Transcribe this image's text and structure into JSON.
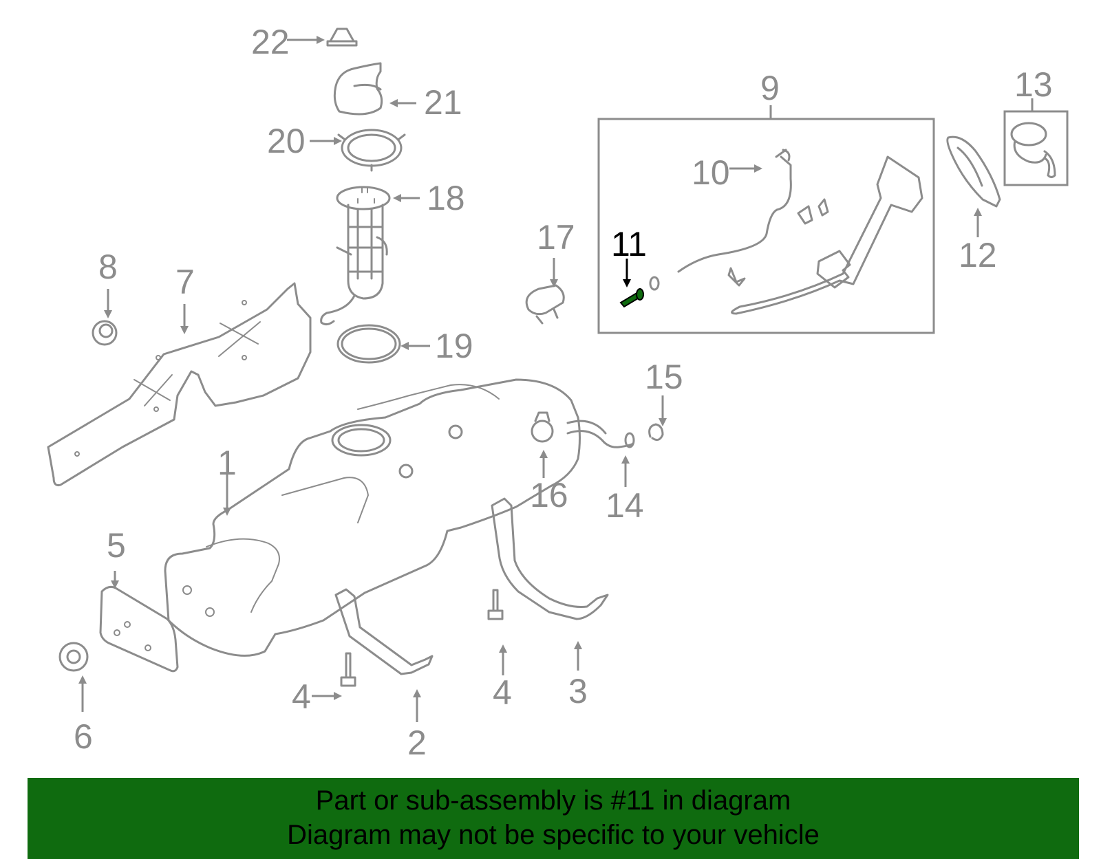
{
  "highlight_color": "#0f6b0f",
  "highlight_part": "11",
  "callouts": {
    "c1": "1",
    "c2": "2",
    "c3": "3",
    "c4a": "4",
    "c4b": "4",
    "c5": "5",
    "c6": "6",
    "c7": "7",
    "c8": "8",
    "c9": "9",
    "c10": "10",
    "c11": "11",
    "c12": "12",
    "c13": "13",
    "c14": "14",
    "c15": "15",
    "c16": "16",
    "c17": "17",
    "c18": "18",
    "c19": "19",
    "c20": "20",
    "c21": "21",
    "c22": "22"
  },
  "banner": {
    "line1": "Part or sub-assembly is #11 in diagram",
    "line2": "Diagram may not be specific to your vehicle"
  }
}
